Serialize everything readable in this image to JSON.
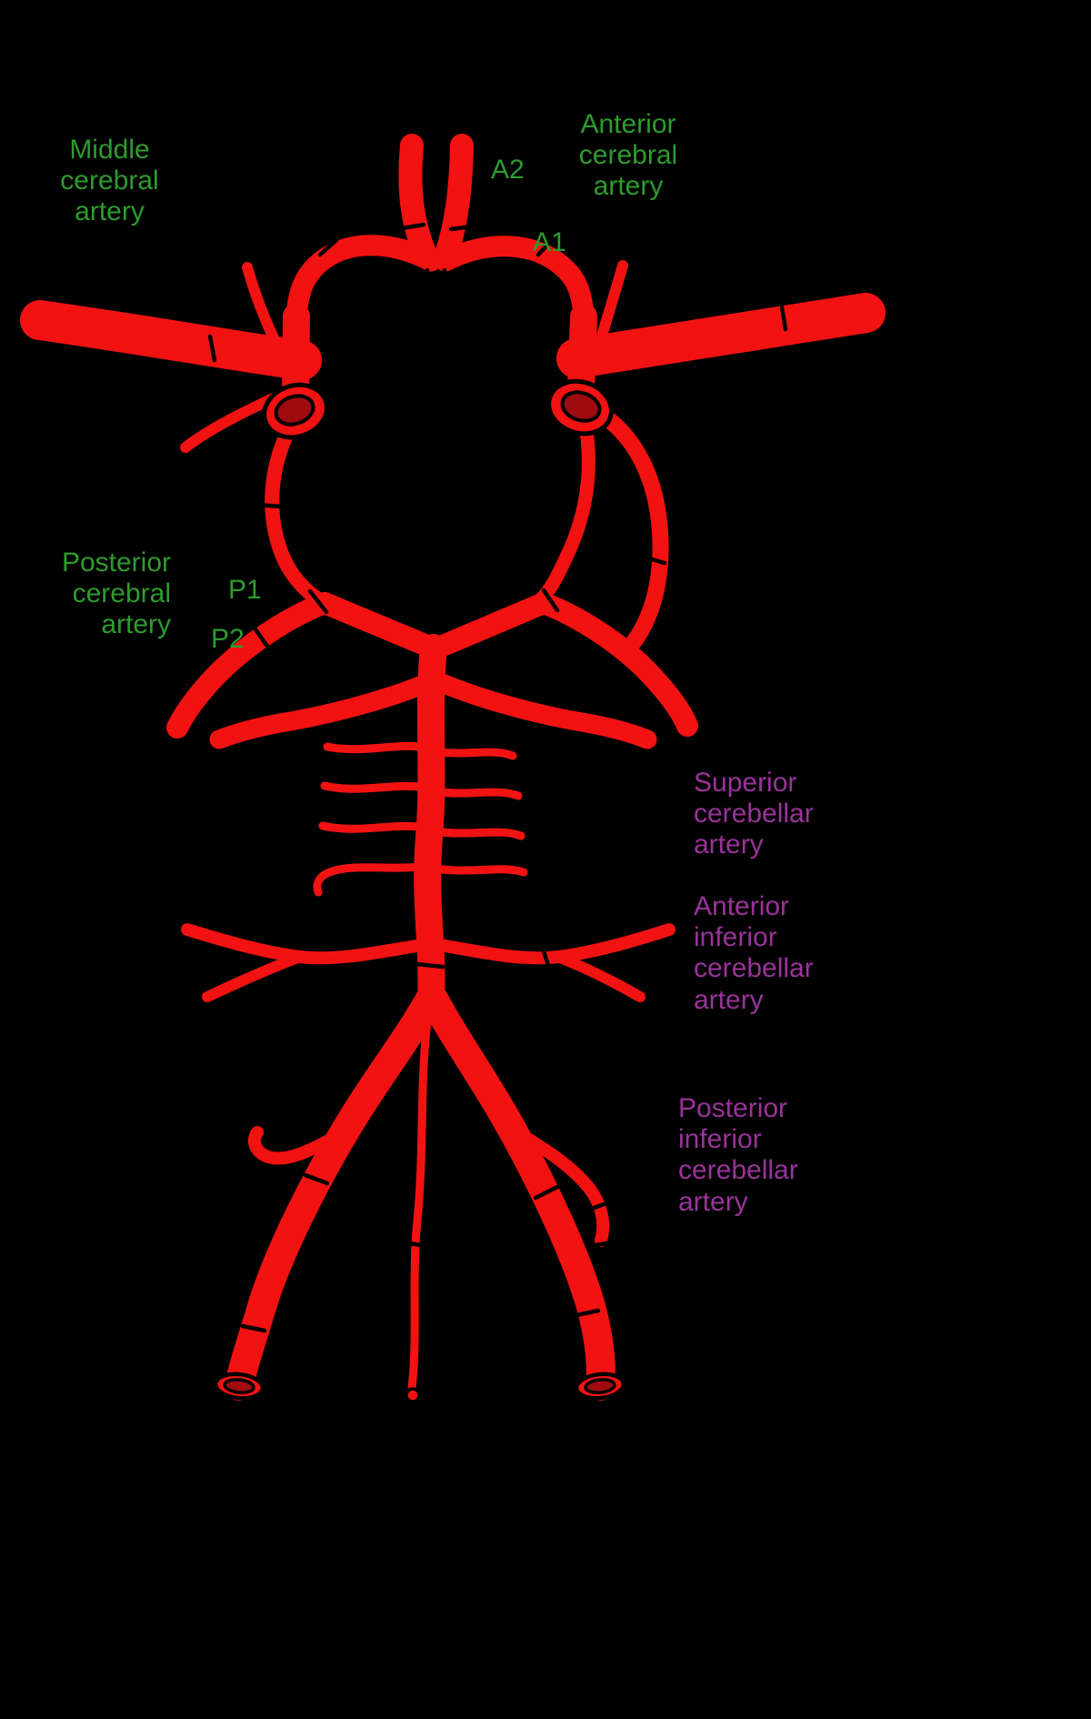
{
  "title": "Circle of Willis arterial diagram",
  "colors": {
    "background": "#000000",
    "artery": "#f31212",
    "artery_dark": "#9e0c12",
    "outline": "#000000",
    "label_green": "#2e9b2e",
    "label_purple": "#993399"
  },
  "labels": {
    "middle_cerebral": "Middle\ncerebral\nartery",
    "anterior_cerebral": "Anterior\ncerebral\nartery",
    "a2": "A2",
    "a1": "A1",
    "posterior_cerebral": "Posterior\ncerebral\nartery",
    "p1": "P1",
    "p2": "P2",
    "superior_cerebellar": "Superior\ncerebellar\nartery",
    "anterior_inferior_cerebellar": "Anterior\ninferior\ncerebellar\nartery",
    "posterior_inferior_cerebellar": "Posterior\ninferior\ncerebellar\nartery"
  }
}
